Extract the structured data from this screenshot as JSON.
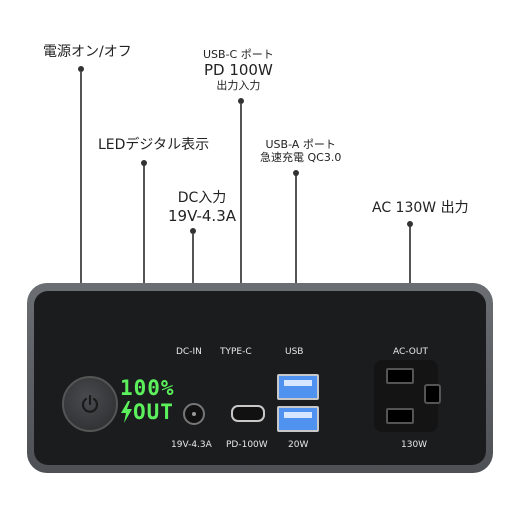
{
  "callouts": {
    "power_onoff": "電源オン/オフ",
    "led_display": "LEDデジタル表示",
    "dc_input_title": "DC入力",
    "dc_input_spec": "19V-4.3A",
    "usbc_title": "USB-C ポート",
    "usbc_spec": "PD 100W",
    "usbc_note": "出力入力",
    "usba_title": "USB-A ポート",
    "usba_note": "急速充電 QC3.0",
    "ac_output": "AC 130W 出力"
  },
  "device": {
    "port_labels": {
      "dc_in": "DC-IN",
      "type_c": "TYPE-C",
      "usb": "USB",
      "ac_out": "AC-OUT"
    },
    "port_specs": {
      "dc": "19V-4.3A",
      "type_c": "PD-100W",
      "usb": "20W",
      "ac": "130W"
    },
    "display": {
      "percent": "100%",
      "mode": "OUT"
    }
  },
  "colors": {
    "lcd_green": "#5cf05c",
    "usb_blue": "#4f92f0",
    "device_face": "#1b1c1e"
  },
  "icons": [
    "power-icon",
    "lightning-icon"
  ]
}
